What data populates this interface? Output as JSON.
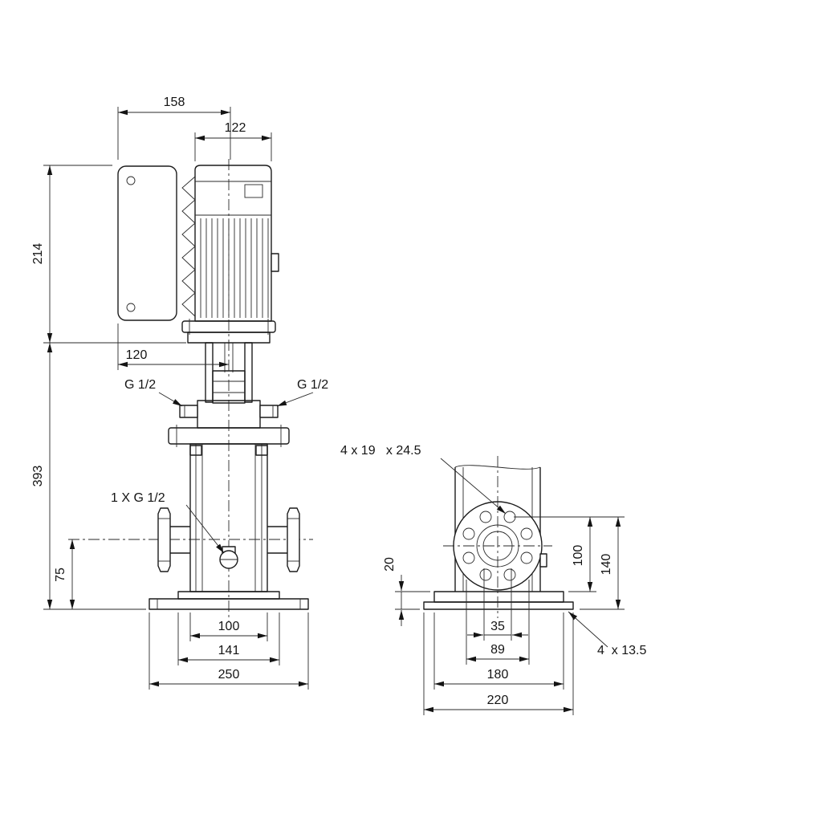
{
  "side_view": {
    "dims": {
      "top_width": "158",
      "motor_width": "122",
      "motor_height": "214",
      "box_depth": "120",
      "pump_height": "393",
      "port_height": "75",
      "chamber_width": "100",
      "foot_width": "141",
      "base_width": "250"
    },
    "labels": {
      "port_left": "G 1/2",
      "port_right": "G 1/2",
      "drain_port": "1 X G 1/2"
    }
  },
  "end_view": {
    "dims": {
      "hole_height": "100",
      "flange_height": "140",
      "base_thickness": "20",
      "bore_width": "35",
      "bolt_spacing": "89",
      "base_plate_width": "180",
      "base_overall_width": "220"
    },
    "labels": {
      "flange_holes": "4 x 19   x 24.5",
      "base_holes": "4  x 13.5"
    }
  }
}
